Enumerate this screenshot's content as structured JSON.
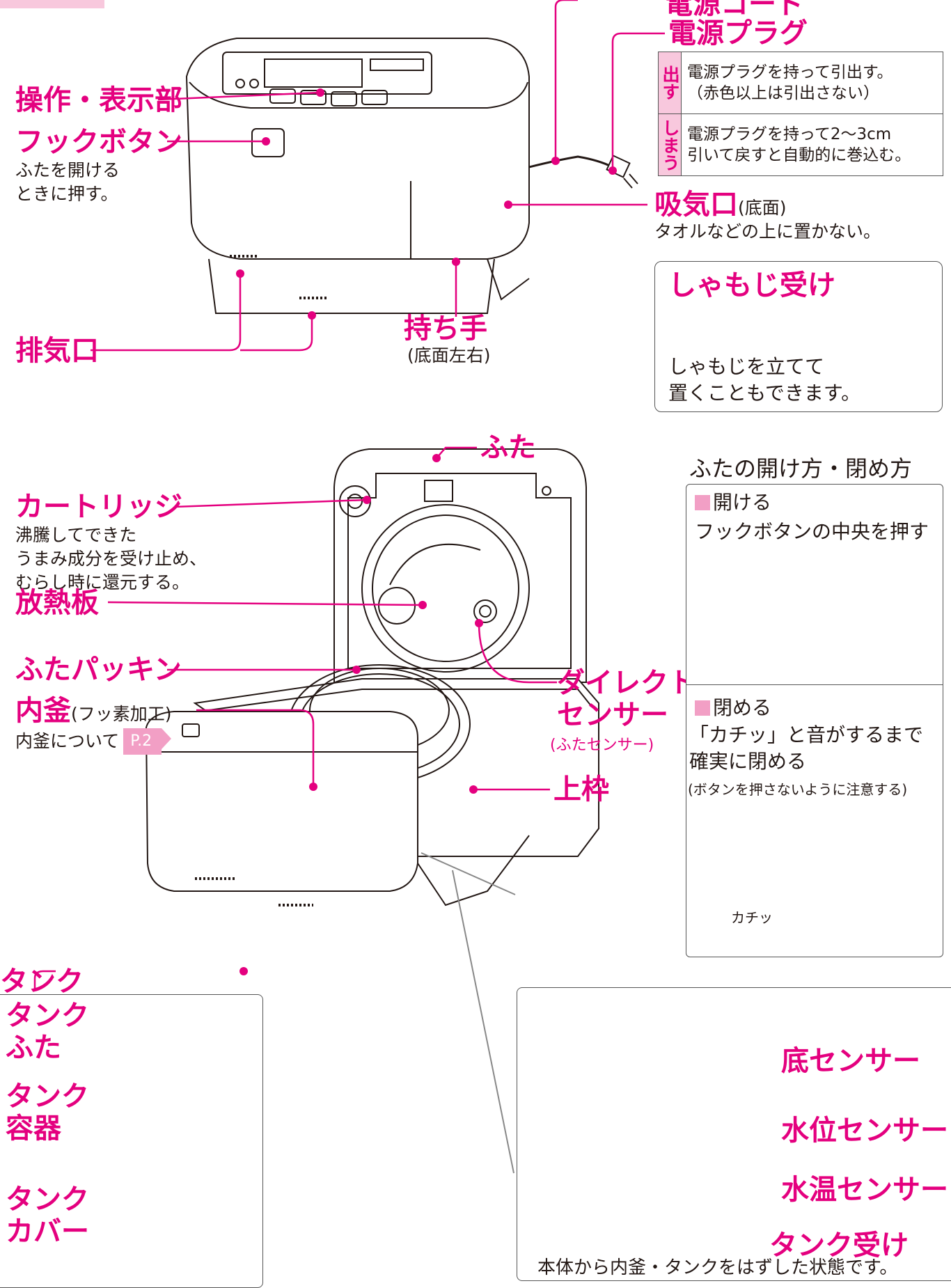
{
  "top": {
    "power_cord": "電源コード",
    "power_plug": "電源プラグ",
    "plug_table": [
      {
        "key": "出す",
        "text": "電源プラグを持って引出す。\n（赤色以上は引出さない）"
      },
      {
        "key": "しまう",
        "text": "電源プラグを持って2〜3cm\n引いて戻すと自動的に巻込む。"
      }
    ],
    "control_panel": "操作・表示部",
    "hook_button": "フックボタン",
    "hook_button_note": "ふたを開ける\nときに押す。",
    "intake": "吸気口",
    "intake_sub": "(底面)",
    "intake_note": "タオルなどの上に置かない。",
    "shamoji_title": "しゃもじ受け",
    "shamoji_note": "しゃもじを立てて\n置くこともできます。",
    "exhaust": "排気口",
    "handle": "持ち手",
    "handle_sub": "(底面左右)"
  },
  "middle": {
    "lid": "ふた",
    "cartridge": "カートリッジ",
    "cartridge_note": "沸騰してできた\nうまみ成分を受け止め、\nむらし時に還元する。",
    "heat_plate": "放熱板",
    "lid_packing": "ふたパッキン",
    "inner_pot": "内釜",
    "inner_pot_sub": "(フッ素加工)",
    "inner_pot_ref": "内釜について",
    "inner_pot_page": "P.2",
    "direct_sensor": "ダイレクト\nセンサー",
    "direct_sensor_sub": "(ふたセンサー)",
    "upper_frame": "上枠",
    "tank": "タンク"
  },
  "open_close": {
    "title": "ふたの開け方・閉め方",
    "open_heading": "開ける",
    "open_text": "フックボタンの中央を押す",
    "close_heading": "閉める",
    "close_text": "「カチッ」と音がするまで\n確実に閉める",
    "close_note": "(ボタンを押さないように注意する)",
    "click_sound": "カチッ"
  },
  "tank_parts": {
    "lid": "タンク\nふた",
    "container": "タンク\n容器",
    "cover": "タンク\nカバー"
  },
  "sensors": {
    "bottom": "底センサー",
    "water_level": "水位センサー",
    "water_temp": "水温センサー",
    "tank_tray": "タンク受け",
    "caption": "本体から内釜・タンクをはずした状態です。"
  },
  "colors": {
    "accent": "#e4007f",
    "accent_light": "#f29fc5",
    "line": "#231815"
  }
}
